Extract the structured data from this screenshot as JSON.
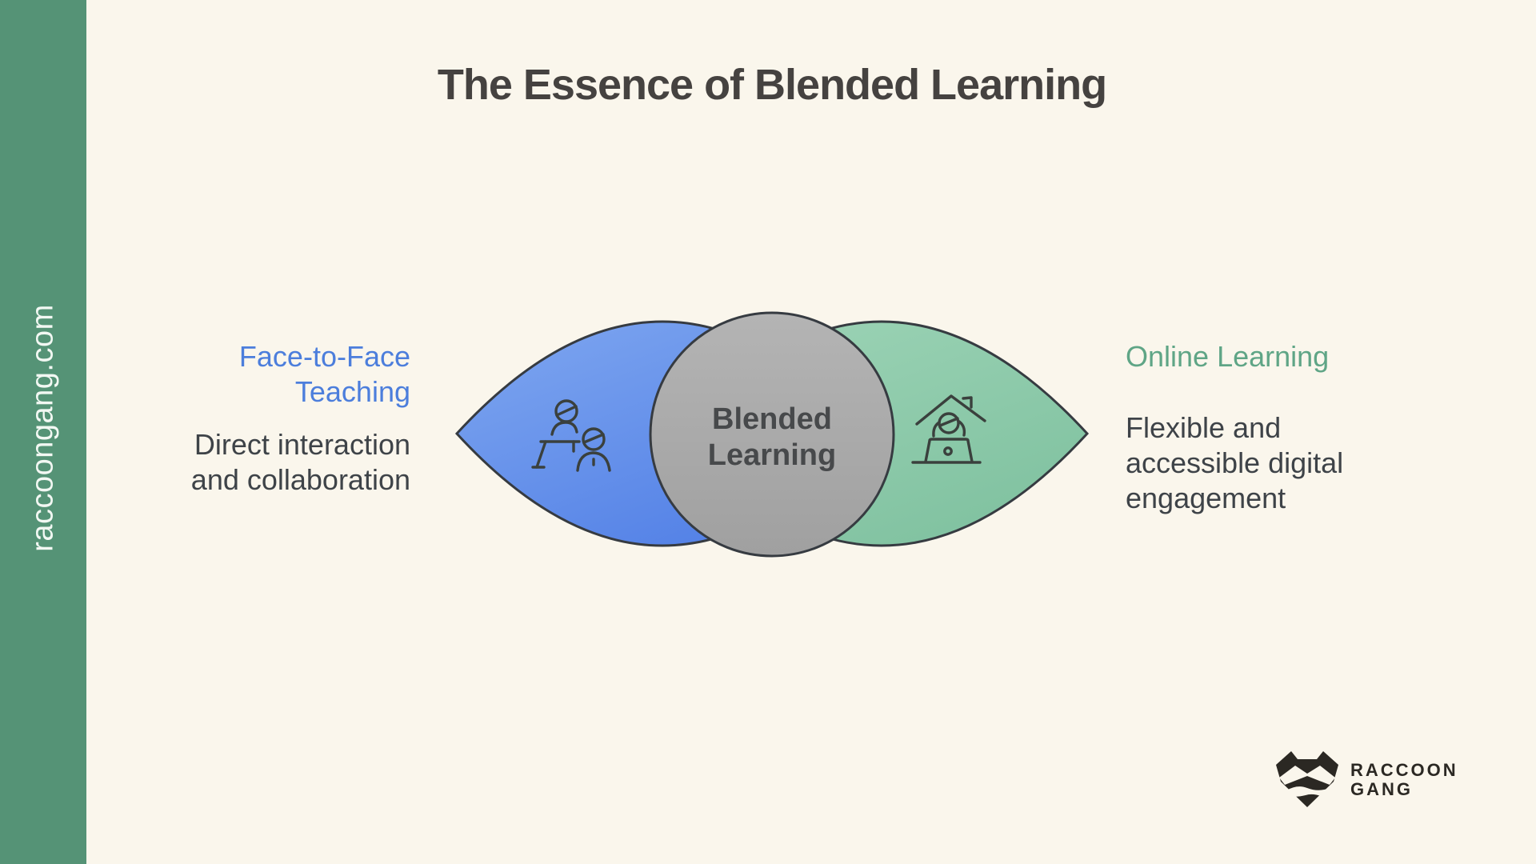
{
  "sidebar": {
    "url": "raccoongang.com"
  },
  "header": {
    "title": "The Essence of Blended Learning"
  },
  "diagram": {
    "left": {
      "heading": "Face-to-Face Teaching",
      "description": "Direct interaction and collaboration"
    },
    "center": {
      "label": "Blended Learning"
    },
    "right": {
      "heading": "Online Learning",
      "description": "Flexible and accessible digital engagement"
    }
  },
  "logo": {
    "line1": "RACCOON",
    "line2": "GANG"
  },
  "colors": {
    "background": "#FAF6EC",
    "sidebar_green": "#559376",
    "face_to_face_blue": "#4C7EDC",
    "online_green": "#5FA586",
    "lens_blue": "#5F8CE8",
    "lens_green": "#8BCBAA",
    "circle_gray": "#ABABAB",
    "outline": "#363B41",
    "text_dark": "#3E4348",
    "logo_dark": "#2B2823"
  }
}
